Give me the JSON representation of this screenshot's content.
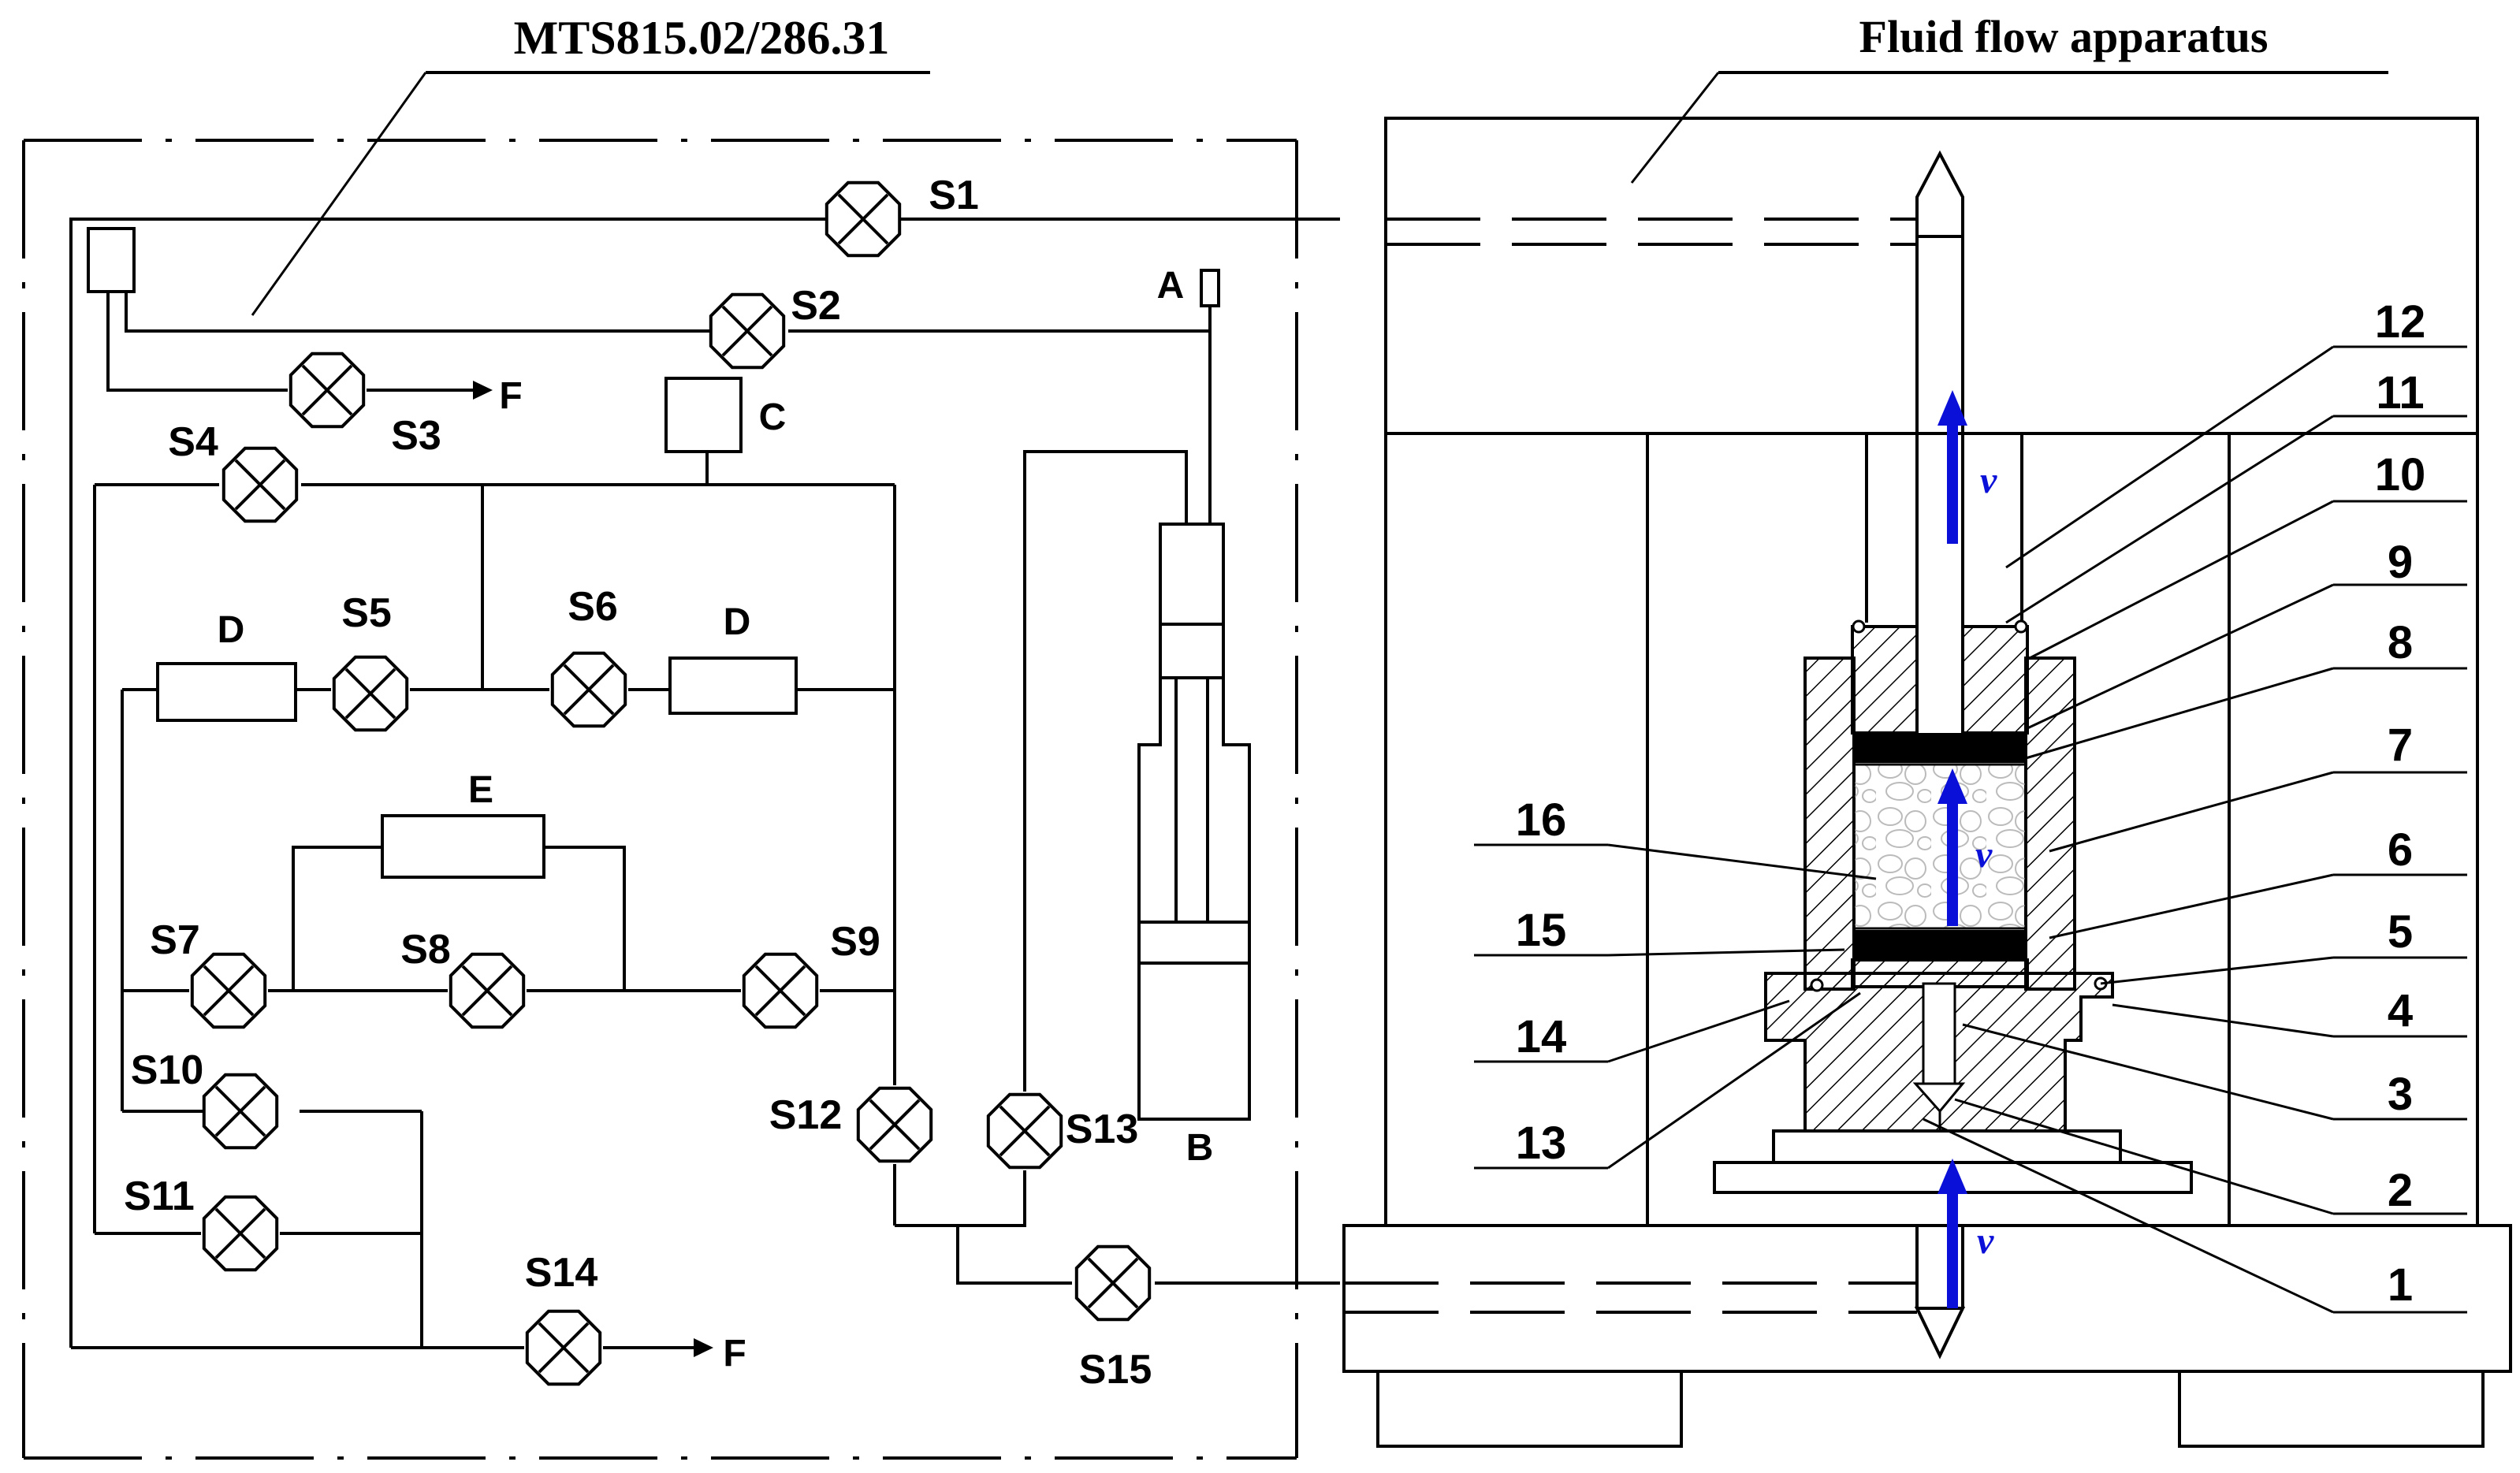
{
  "titles": {
    "left": "MTS815.02/286.31",
    "right": "Fluid flow apparatus"
  },
  "valves": [
    "S1",
    "S2",
    "S3",
    "S4",
    "S5",
    "S6",
    "S7",
    "S8",
    "S9",
    "S10",
    "S11",
    "S12",
    "S13",
    "S14",
    "S15"
  ],
  "components": {
    "A": "A",
    "B": "B",
    "C": "C",
    "D_left": "D",
    "D_right": "D",
    "E": "E",
    "F_top": "F",
    "F_bottom": "F"
  },
  "part_numbers": [
    "1",
    "2",
    "3",
    "4",
    "5",
    "6",
    "7",
    "8",
    "9",
    "10",
    "11",
    "12",
    "13",
    "14",
    "15",
    "16"
  ],
  "flow_velocity_symbol": "v"
}
